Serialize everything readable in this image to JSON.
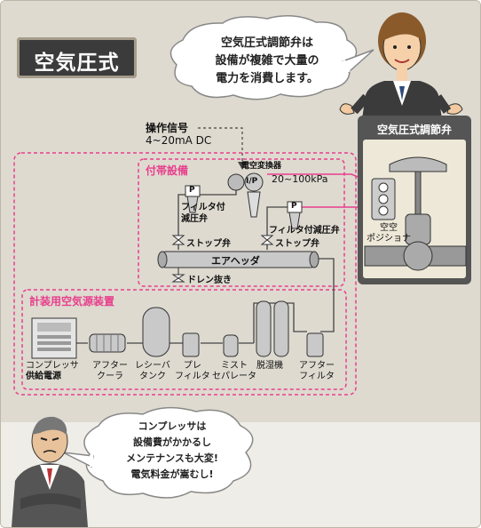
{
  "title": "空気圧式",
  "top_bubble": [
    "空気圧式調節弁は",
    "設備が複雑で大量の",
    "電力を消費します。"
  ],
  "valve_panel_title": "空気圧式調節弁",
  "signal": {
    "label": "操作信号",
    "value": "4~20mA DC"
  },
  "accessory_section": {
    "title": "付帯設備",
    "transducer": "電空変換器",
    "pressure": "20~100kPa",
    "ip_label": "I/P",
    "p_label": "P",
    "filter_reg_left": [
      "フィルタ付",
      "減圧弁"
    ],
    "filter_reg_right": "フィルタ付減圧弁",
    "stop_left": "ストップ弁",
    "stop_right": "ストップ弁",
    "header": "エアヘッダ",
    "drain": "ドレン抜き"
  },
  "positioner": [
    "空空",
    "ポジショナ"
  ],
  "supply_section": {
    "title": "計装用空気源装置",
    "equipment": [
      {
        "lines": [
          "コンプレッサ",
          "供給電源"
        ]
      },
      {
        "lines": [
          "アフター",
          "クーラ"
        ]
      },
      {
        "lines": [
          "レシーバ",
          "タンク"
        ]
      },
      {
        "lines": [
          "プレ",
          "フィルタ"
        ]
      },
      {
        "lines": [
          "ミスト",
          "セパレータ"
        ]
      },
      {
        "lines": [
          "脱湿機"
        ]
      },
      {
        "lines": [
          "アフター",
          "フィルタ"
        ]
      }
    ]
  },
  "bottom_bubble": [
    "コンプレッサは",
    "設備費がかかるし",
    "メンテナンスも大変!",
    "電気料金が嵩むし!"
  ],
  "colors": {
    "accent": "#e83e8c",
    "dark": "#3b3b3b",
    "line": "#444444",
    "band": "#dedad0"
  }
}
